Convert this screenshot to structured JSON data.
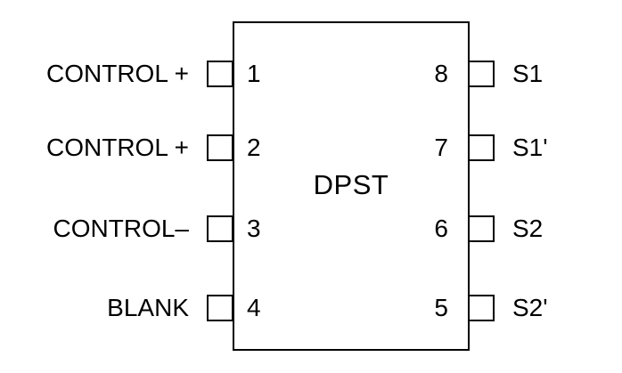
{
  "diagram": {
    "chip_title": "DPST",
    "colors": {
      "line": "#000000",
      "text": "#000000",
      "background": "#ffffff"
    },
    "left_pins": [
      {
        "number": "1",
        "label": "CONTROL +"
      },
      {
        "number": "2",
        "label": "CONTROL +"
      },
      {
        "number": "3",
        "label": "CONTROL–"
      },
      {
        "number": "4",
        "label": "BLANK"
      }
    ],
    "right_pins": [
      {
        "number": "8",
        "label": "S1"
      },
      {
        "number": "7",
        "label": "S1'"
      },
      {
        "number": "6",
        "label": "S2"
      },
      {
        "number": "5",
        "label": "S2'"
      }
    ]
  }
}
